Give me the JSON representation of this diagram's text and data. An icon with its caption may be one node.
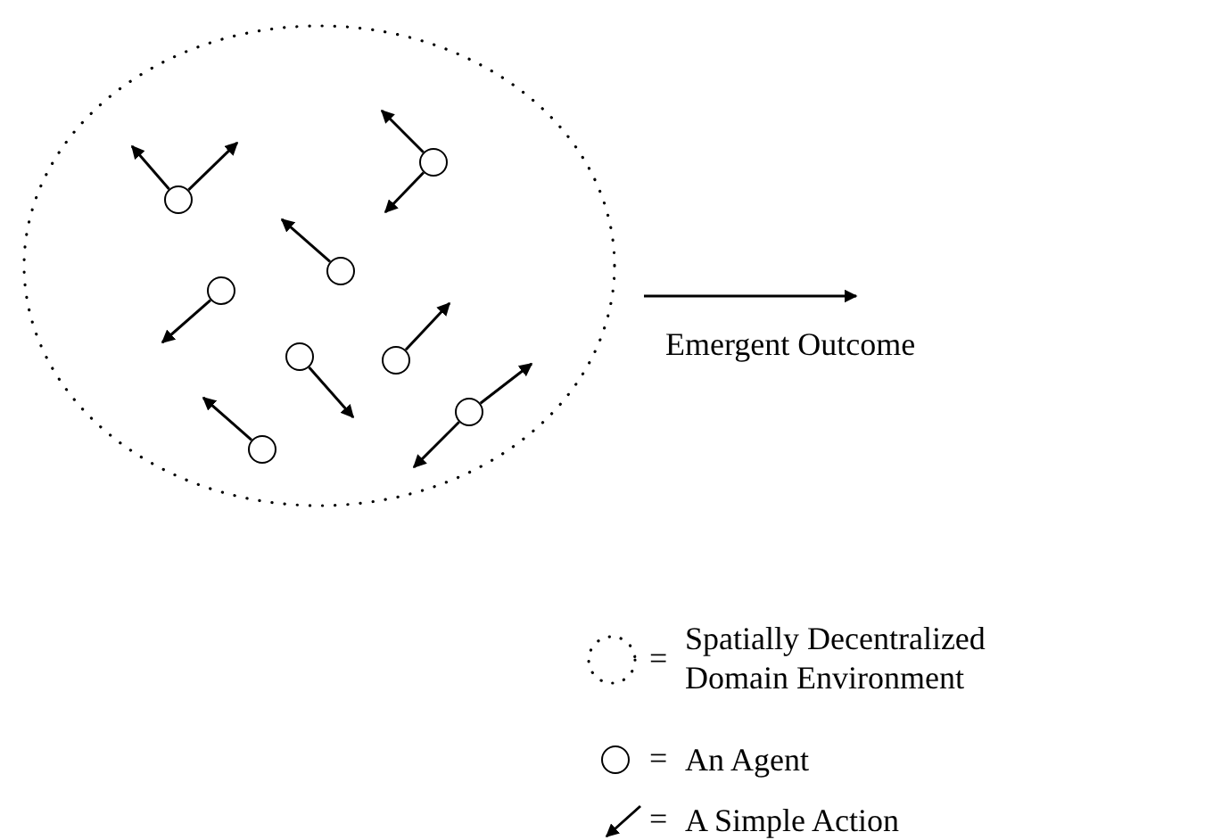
{
  "diagram": {
    "nodes": [
      {
        "text": [],
        "shape": "circle"
      },
      {
        "text": [],
        "shape": "circle",
        "in": 0
      },
      {
        "text": [],
        "shape": "circle",
        "in": 0
      },
      {
        "text": [],
        "shape": "circle",
        "in": 0
      },
      {
        "text": [],
        "shape": "circle",
        "in": 0
      },
      {
        "text": [],
        "shape": "circle",
        "in": 0
      },
      {
        "text": [],
        "shape": "circle",
        "in": 0
      },
      {
        "text": [],
        "shape": "circle",
        "in": 0
      },
      {
        "text": [],
        "shape": "circle",
        "in": 0
      }
    ],
    "edges": [
      {
        "from": 1,
        "to": null,
        "arrow": "to"
      },
      {
        "from": 1,
        "to": null,
        "arrow": "to"
      },
      {
        "from": 2,
        "to": null,
        "arrow": "to"
      },
      {
        "from": 2,
        "to": null,
        "arrow": "to"
      },
      {
        "from": 3,
        "to": null,
        "arrow": "to"
      },
      {
        "from": 4,
        "to": null,
        "arrow": "to"
      },
      {
        "from": 5,
        "to": null,
        "arrow": "to"
      },
      {
        "from": 6,
        "to": null,
        "arrow": "to"
      },
      {
        "from": 7,
        "to": null,
        "arrow": "to"
      },
      {
        "from": 8,
        "to": null,
        "arrow": "to"
      },
      {
        "from": 8,
        "to": null,
        "arrow": "to"
      },
      {
        "from": 0,
        "to": null,
        "arrow": "to",
        "label": "Emergent Outcome"
      }
    ],
    "labels": [
      "=",
      "=",
      "="
    ],
    "legend": [
      {
        "text": "Spatially Decentralized Domain Environment"
      },
      {
        "text": "An Agent"
      },
      {
        "text": "A Simple Action"
      }
    ]
  }
}
